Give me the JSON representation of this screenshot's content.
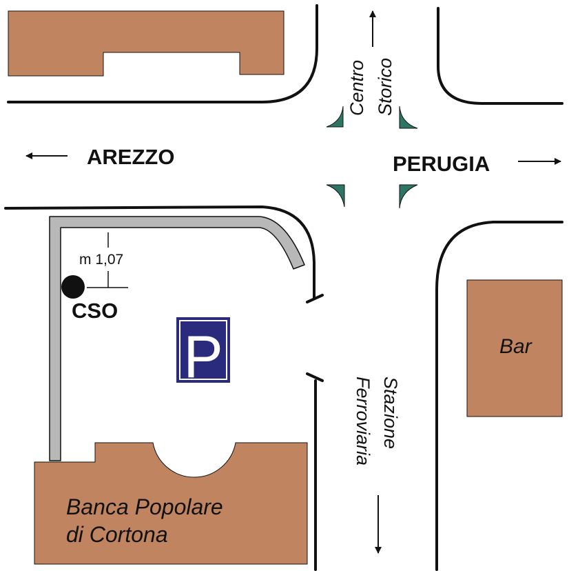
{
  "colors": {
    "building": "#c08560",
    "road_edge": "#111111",
    "sidewalk": "#b8b8b8",
    "island": "#2e7563",
    "parking_sign": "#2b2b7e"
  },
  "labels": {
    "arezzo": "AREZZO",
    "perugia": "PERUGIA",
    "centro_line1": "Centro",
    "centro_line2": "Storico",
    "stazione_line1": "Stazione",
    "stazione_line2": "Ferroviaria",
    "bar": "Bar",
    "banca_line1": "Banca Popolare",
    "banca_line2": "di Cortona",
    "cso": "CSO",
    "distance": "m 1,07",
    "parking": "P"
  },
  "icons": {
    "arrow_west": "arrow-left-icon",
    "arrow_east": "arrow-right-icon",
    "arrow_north": "arrow-up-icon",
    "arrow_south": "arrow-down-icon",
    "parking": "parking-icon",
    "location": "location-dot-icon"
  }
}
